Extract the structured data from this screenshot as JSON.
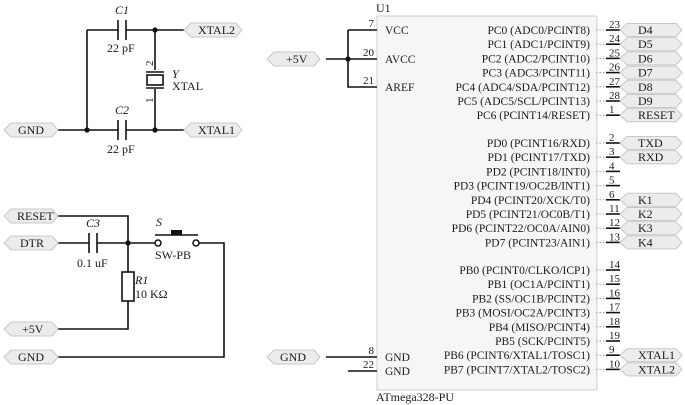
{
  "colors": {
    "wire": "#111111",
    "port_fill": "#ececec",
    "port_stroke": "#c8c8c8",
    "chip_fill": "#f6f6f6"
  },
  "crystal_circuit": {
    "c1": {
      "ref": "C1",
      "value": "22 pF"
    },
    "c2": {
      "ref": "C2",
      "value": "22 pF"
    },
    "crystal": {
      "ref": "Y",
      "value": "XTAL",
      "pin_top": "2",
      "pin_bottom": "1"
    },
    "ports": {
      "xtal2": "XTAL2",
      "xtal1": "XTAL1",
      "gnd": "GND"
    }
  },
  "reset_circuit": {
    "c3": {
      "ref": "C3",
      "value": "0.1 uF"
    },
    "r1": {
      "ref": "R1",
      "value": "10 KΩ"
    },
    "switch": {
      "ref": "S",
      "value": "SW-PB"
    },
    "ports": {
      "reset": "RESET",
      "dtr": "DTR",
      "vcc": "+5V",
      "gnd": "GND"
    }
  },
  "chip": {
    "ref": "U1",
    "part": "ATmega328-PU",
    "power_port": "+5V",
    "gnd_port": "GND",
    "left_pins": [
      {
        "num": "7",
        "name": "VCC"
      },
      {
        "num": "20",
        "name": "AVCC"
      },
      {
        "num": "21",
        "name": "AREF"
      },
      {
        "num": "8",
        "name": "GND"
      },
      {
        "num": "22",
        "name": "GND"
      }
    ],
    "right_pins": [
      {
        "num": "23",
        "name": "PC0 (ADC0/PCINT8)",
        "net": "D4"
      },
      {
        "num": "24",
        "name": "PC1 (ADC1/PCINT9)",
        "net": "D5"
      },
      {
        "num": "25",
        "name": "PC2 (ADC2/PCINT10)",
        "net": "D6"
      },
      {
        "num": "26",
        "name": "PC3 (ADC3/PCINT11)",
        "net": "D7"
      },
      {
        "num": "27",
        "name": "PC4 (ADC4/SDA/PCINT12)",
        "net": "D8"
      },
      {
        "num": "28",
        "name": "PC5 (ADC5/SCL/PCINT13)",
        "net": "D9"
      },
      {
        "num": "1",
        "name": "PC6 (PCINT14/RESET)",
        "net": "RESET"
      },
      {
        "num": "2",
        "name": "PD0 (PCINT16/RXD)",
        "net": "TXD"
      },
      {
        "num": "3",
        "name": "PD1 (PCINT17/TXD)",
        "net": "RXD"
      },
      {
        "num": "4",
        "name": "PD2 (PCINT18/INT0)",
        "net": ""
      },
      {
        "num": "5",
        "name": "PD3 (PCINT19/OC2B/INT1)",
        "net": ""
      },
      {
        "num": "6",
        "name": "PD4 (PCINT20/XCK/T0)",
        "net": "K1"
      },
      {
        "num": "11",
        "name": "PD5 (PCINT21/OC0B/T1)",
        "net": "K2"
      },
      {
        "num": "12",
        "name": "PD6 (PCINT22/OC0A/AIN0)",
        "net": "K3"
      },
      {
        "num": "13",
        "name": "PD7 (PCINT23/AIN1)",
        "net": "K4"
      },
      {
        "num": "14",
        "name": "PB0 (PCINT0/CLKO/ICP1)",
        "net": ""
      },
      {
        "num": "15",
        "name": "PB1 (OC1A/PCINT1)",
        "net": ""
      },
      {
        "num": "16",
        "name": "PB2 (SS/OC1B/PCINT2)",
        "net": ""
      },
      {
        "num": "17",
        "name": "PB3 (MOSI/OC2A/PCINT3)",
        "net": ""
      },
      {
        "num": "18",
        "name": "PB4 (MISO/PCINT4)",
        "net": ""
      },
      {
        "num": "19",
        "name": "PB5 (SCK/PCINT5)",
        "net": ""
      },
      {
        "num": "9",
        "name": "PB6 (PCINT6/XTAL1/TOSC1)",
        "net": "XTAL1"
      },
      {
        "num": "10",
        "name": "PB7 (PCINT7/XTAL2/TOSC2)",
        "net": "XTAL2"
      }
    ]
  }
}
